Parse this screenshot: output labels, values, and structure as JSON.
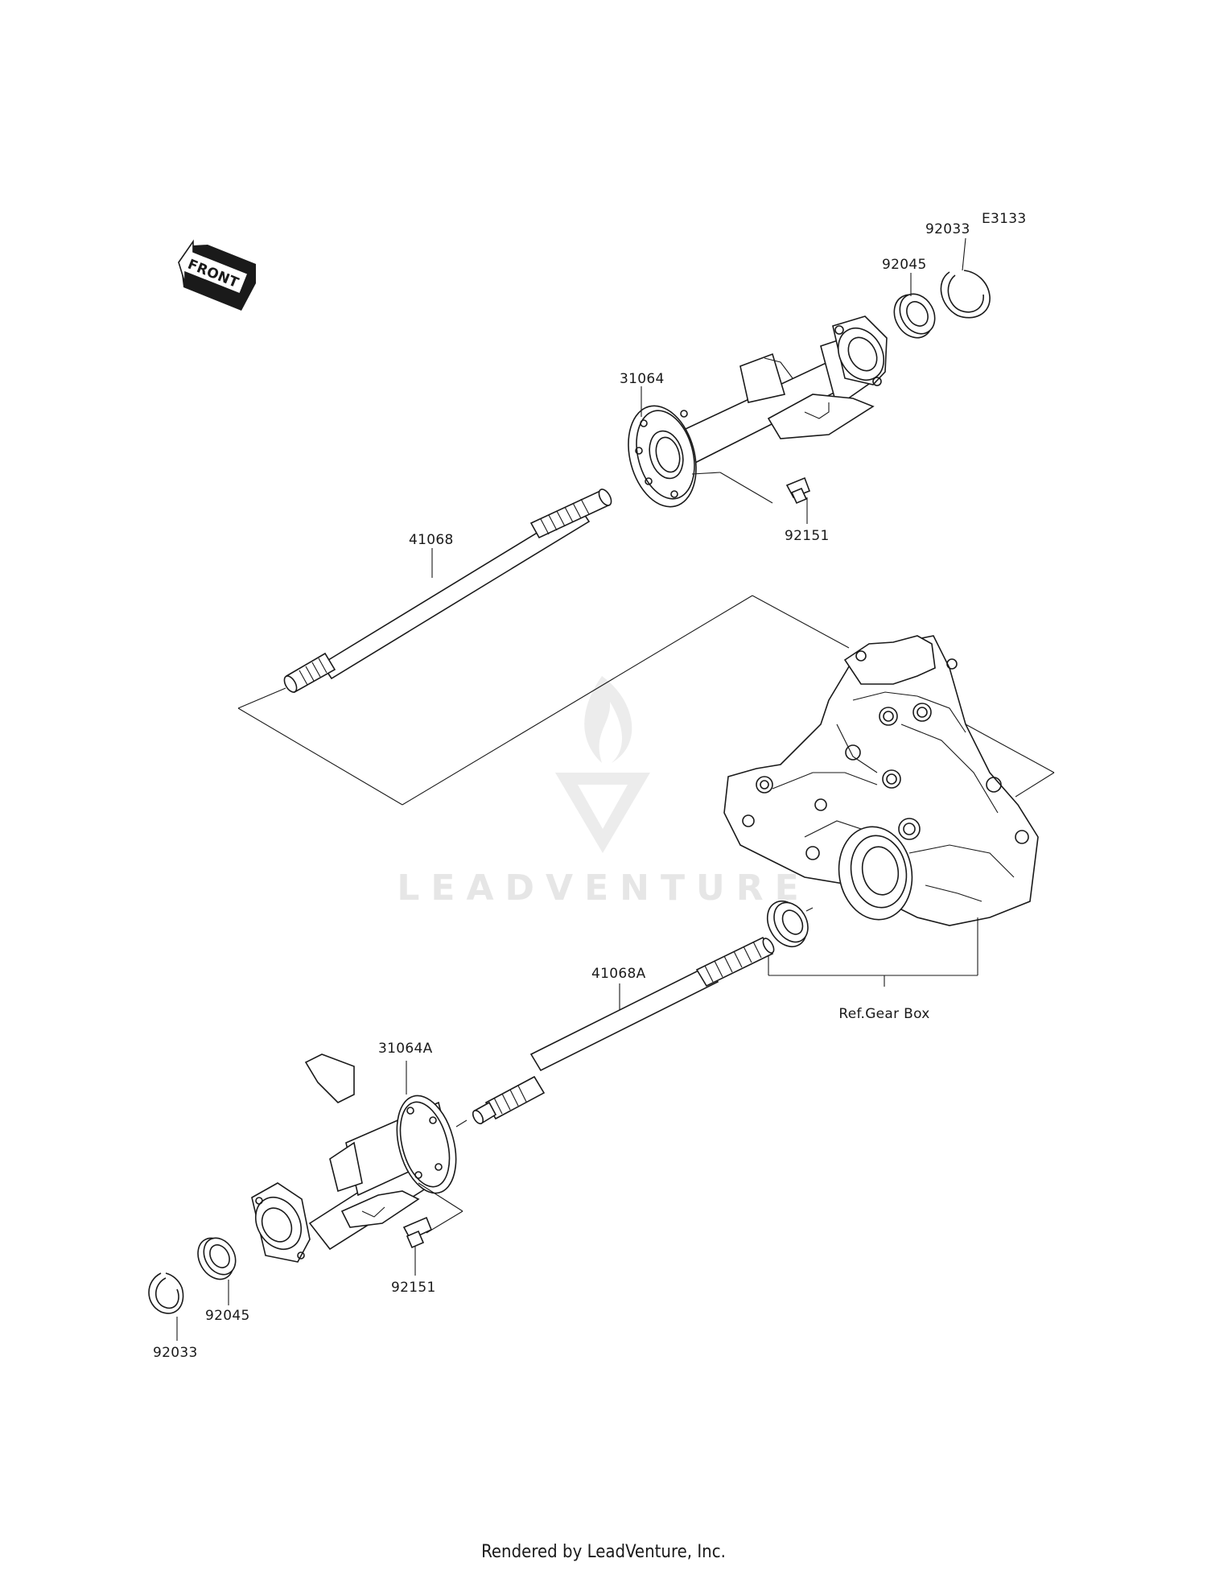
{
  "diagram": {
    "code": "E3133",
    "front_label": "FRONT",
    "watermark": "LEADVENTURE",
    "reference_label": "Ref.Gear Box",
    "parts": {
      "top_circlip": "92033",
      "top_bearing": "92045",
      "top_housing": "31064",
      "top_bolt": "92151",
      "top_shaft": "41068",
      "bottom_shaft": "41068A",
      "bottom_housing": "31064A",
      "bottom_bolt": "92151",
      "bottom_bearing": "92045",
      "bottom_circlip": "92033"
    }
  },
  "footer": {
    "text": "Rendered by LeadVenture, Inc."
  }
}
